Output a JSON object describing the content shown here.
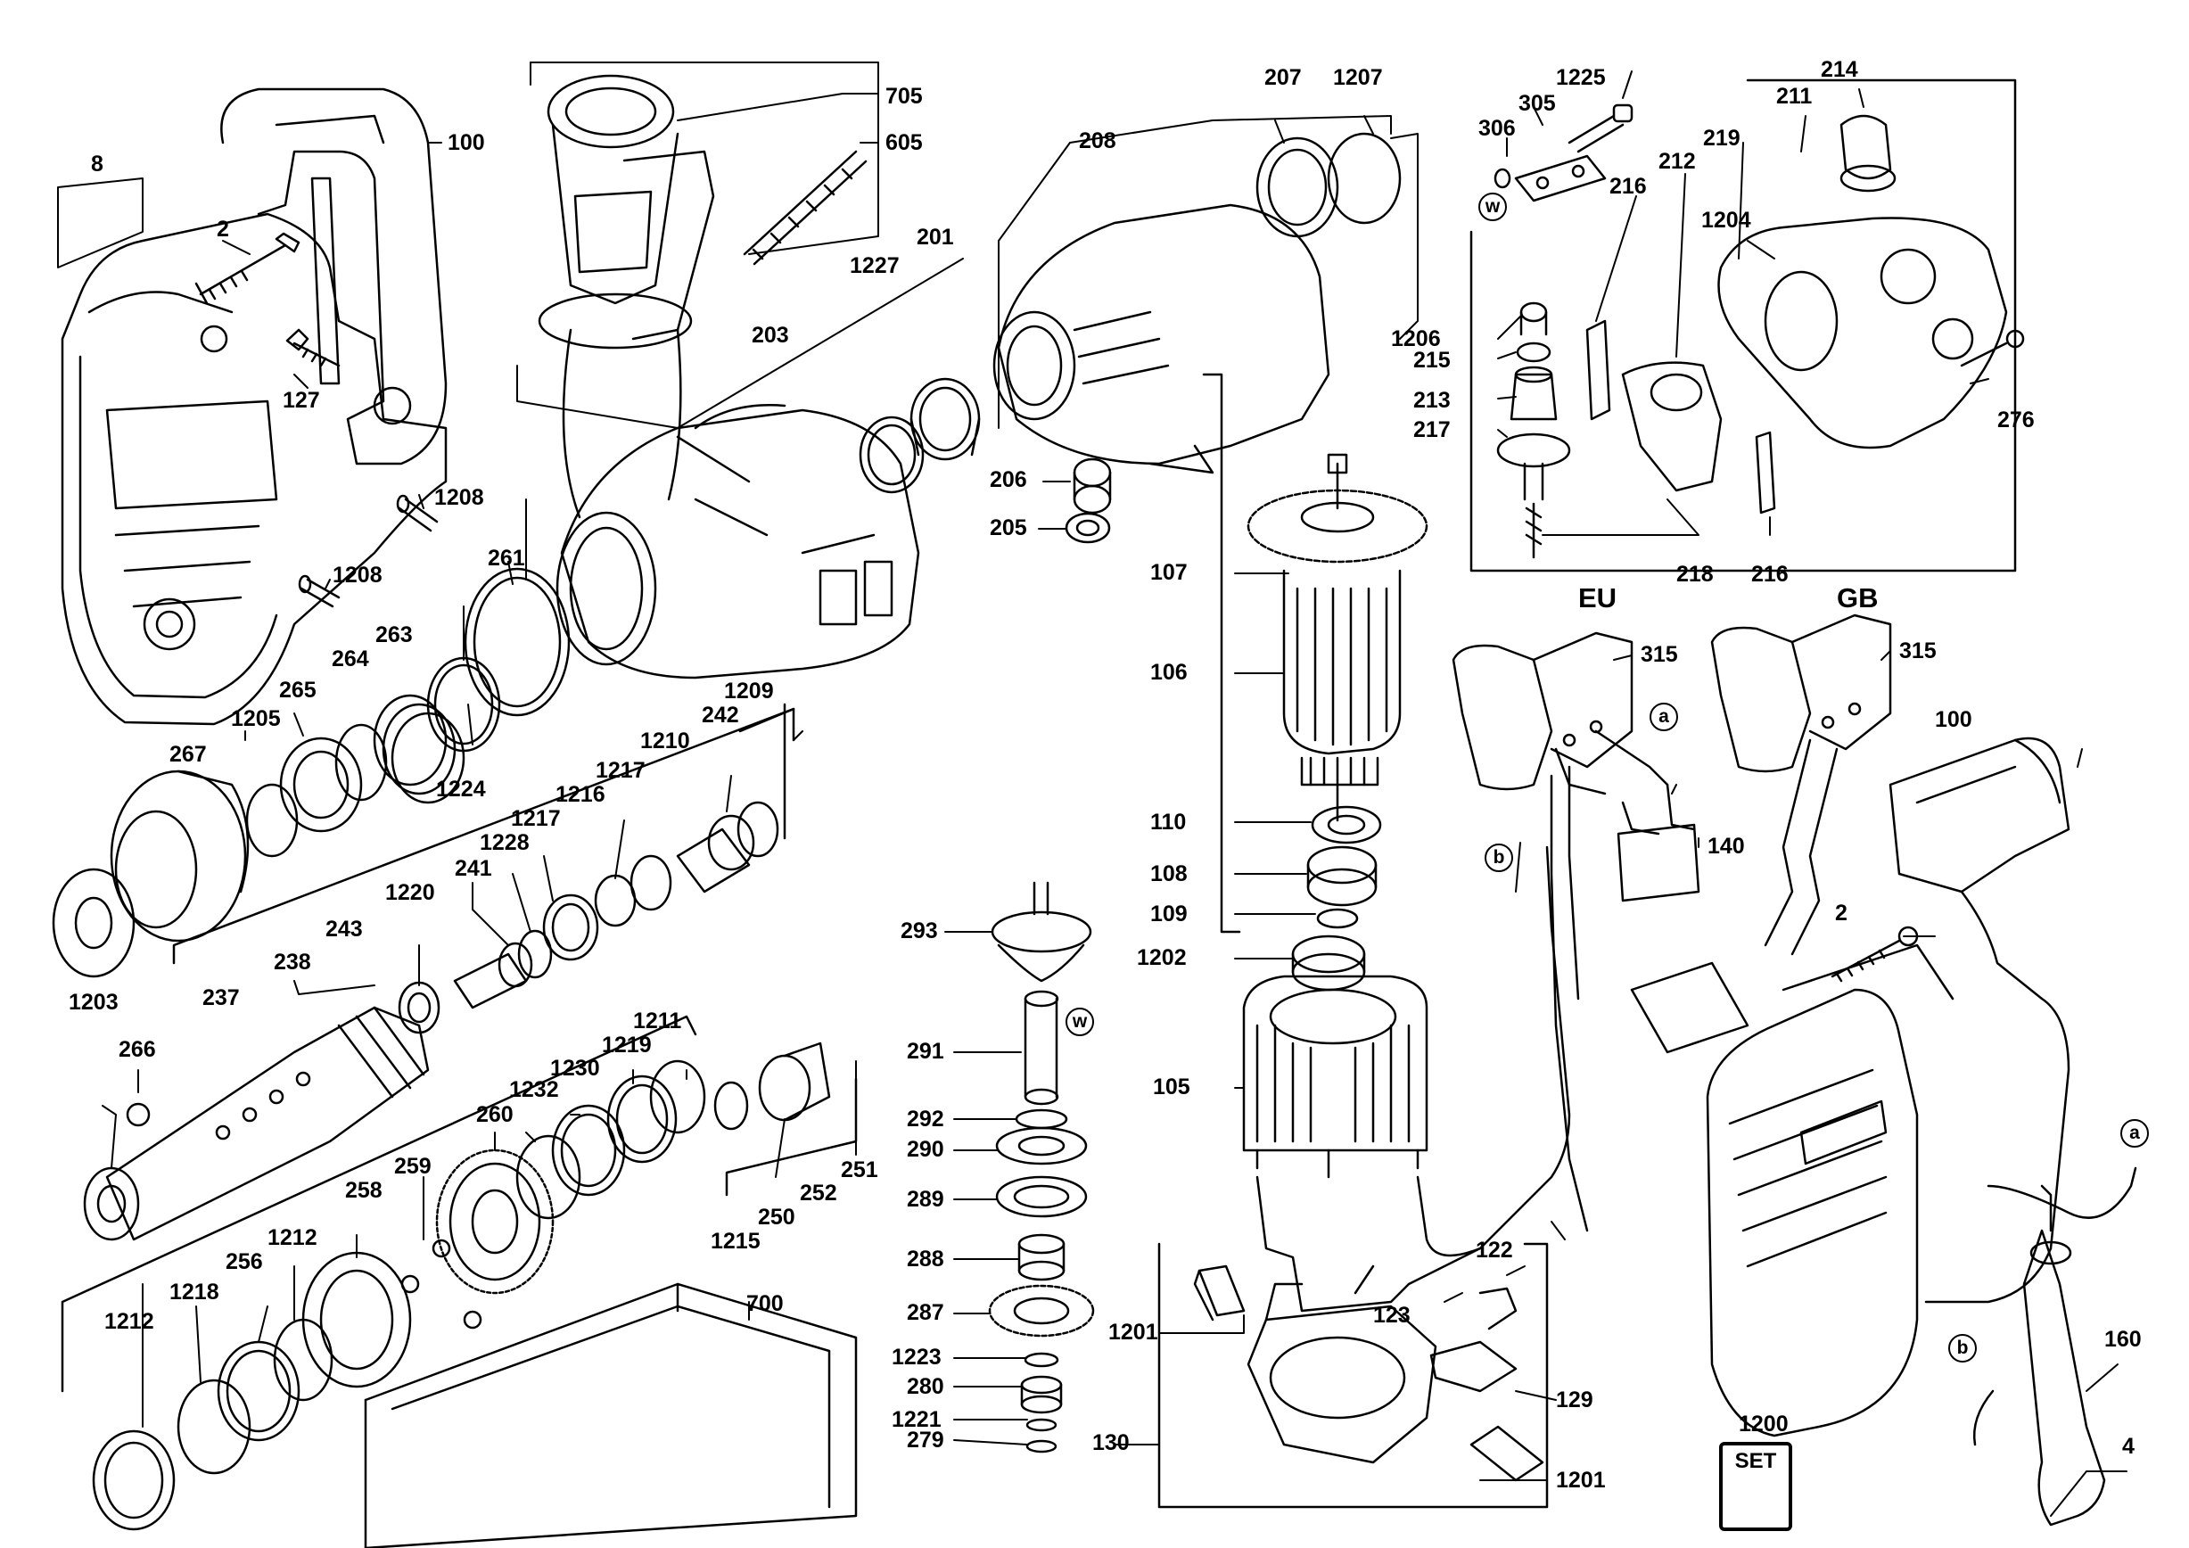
{
  "diagram": {
    "region_labels": {
      "eu": "EU",
      "gb": "GB"
    },
    "callouts": {
      "a": "a",
      "b": "b",
      "w": "w"
    },
    "set_badge": {
      "text": "SET",
      "part": "1200"
    },
    "part_numbers": [
      "8",
      "2",
      "127",
      "100",
      "1208",
      "1208",
      "705",
      "605",
      "203",
      "201",
      "1227",
      "261",
      "263",
      "264",
      "265",
      "1224",
      "1205",
      "267",
      "1203",
      "1209",
      "242",
      "1210",
      "1217",
      "1216",
      "1217",
      "1228",
      "241",
      "1220",
      "243",
      "238",
      "237",
      "266",
      "1211",
      "1219",
      "1230",
      "1232",
      "260",
      "259",
      "258",
      "1212",
      "256",
      "1218",
      "1212",
      "251",
      "252",
      "250",
      "1215",
      "700",
      "208",
      "207",
      "1207",
      "206",
      "205",
      "1225",
      "305",
      "306",
      "214",
      "211",
      "219",
      "212",
      "216",
      "1204",
      "1206",
      "215",
      "213",
      "217",
      "276",
      "218",
      "216",
      "107",
      "106",
      "110",
      "108",
      "109",
      "1202",
      "105",
      "122",
      "123",
      "1201",
      "130",
      "129",
      "1201",
      "293",
      "291",
      "292",
      "290",
      "289",
      "288",
      "287",
      "1223",
      "280",
      "1221",
      "279",
      "315",
      "315",
      "140",
      "100",
      "2",
      "160",
      "4",
      "1200"
    ]
  }
}
